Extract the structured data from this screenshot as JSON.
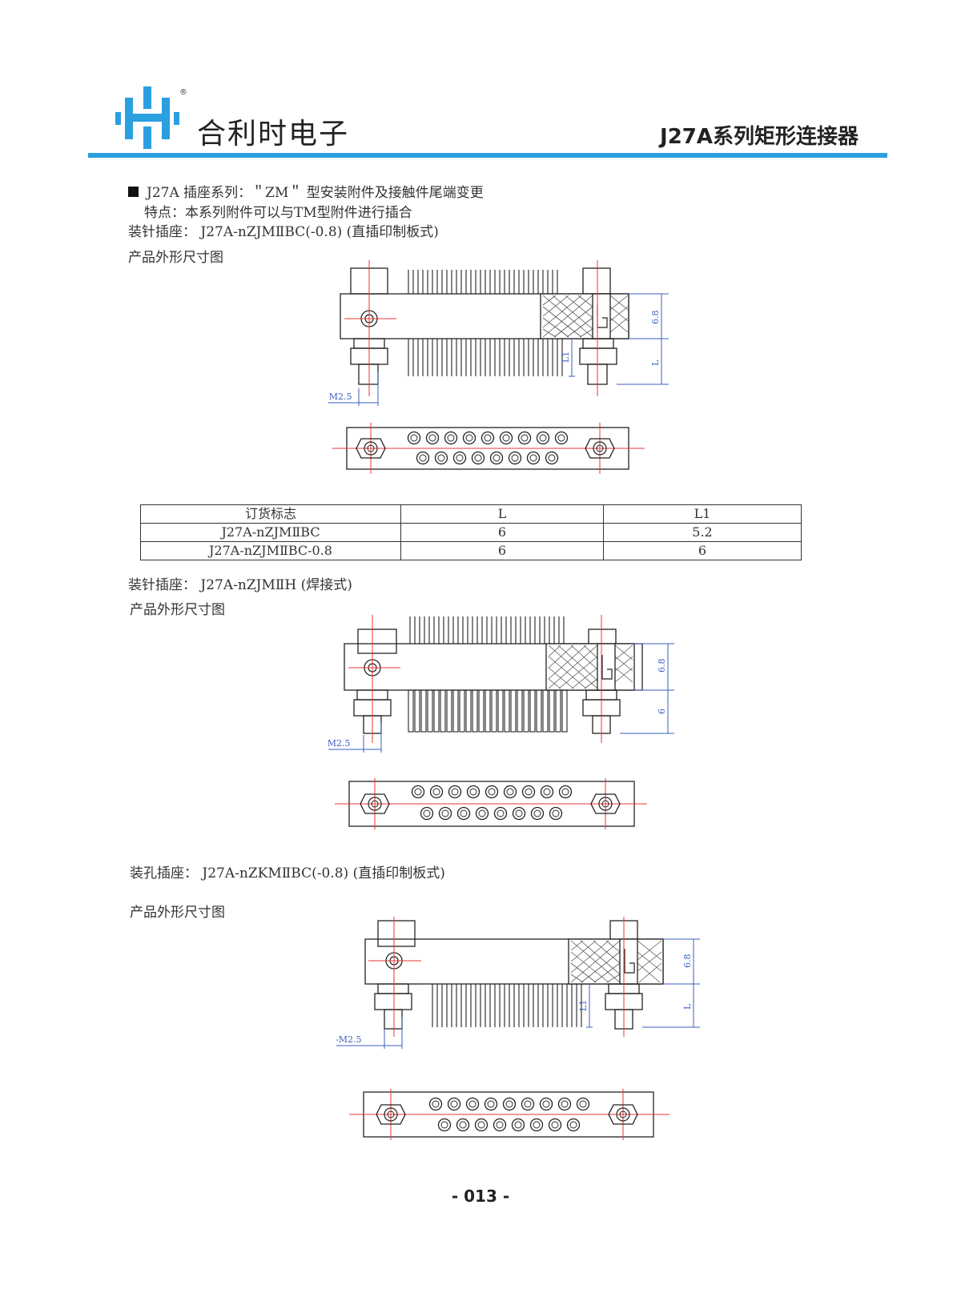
{
  "header": {
    "logo_icon": "h-logo-icon",
    "registered_mark": "®",
    "brand_name": "合利时电子",
    "series_title": "J27A系列矩形连接器",
    "accent_color": "#2c9fe0"
  },
  "intro": {
    "bullet_line": "J27A 插座系列：＂ZM＂ 型安装附件及接触件尾端变更",
    "feature_line": "特点：本系列附件可以与TM型附件进行插合"
  },
  "sections": [
    {
      "title": "装针插座： J27A-nZJMⅡBC(-0.8) (直插印制板式)",
      "subtitle": "产品外形尺寸图",
      "dims": {
        "thread": "2-M2.5",
        "height": "6.8",
        "tail": "L",
        "tail2": "L1"
      }
    },
    {
      "title": "装针插座：  J27A-nZJMⅡH (焊接式)",
      "subtitle": "产品外形尺寸图",
      "dims": {
        "thread": "2-M2.5",
        "height": "6.8",
        "tail": "6",
        "tail2": ""
      }
    },
    {
      "title": "装孔插座：  J27A-nZKMⅡBC(-0.8) (直插印制板式)",
      "subtitle": "产品外形尺寸图",
      "dims": {
        "thread": "2-M2.5",
        "height": "6.8",
        "tail": "L",
        "tail2": "L1"
      }
    }
  ],
  "order_table": {
    "headers": [
      "订货标志",
      "L",
      "L1"
    ],
    "rows": [
      [
        "J27A-nZJMⅡBC",
        "6",
        "5.2"
      ],
      [
        "J27A-nZJMⅡBC-0.8",
        "6",
        "6"
      ]
    ]
  },
  "footer": {
    "page_number": "- 013 -"
  }
}
